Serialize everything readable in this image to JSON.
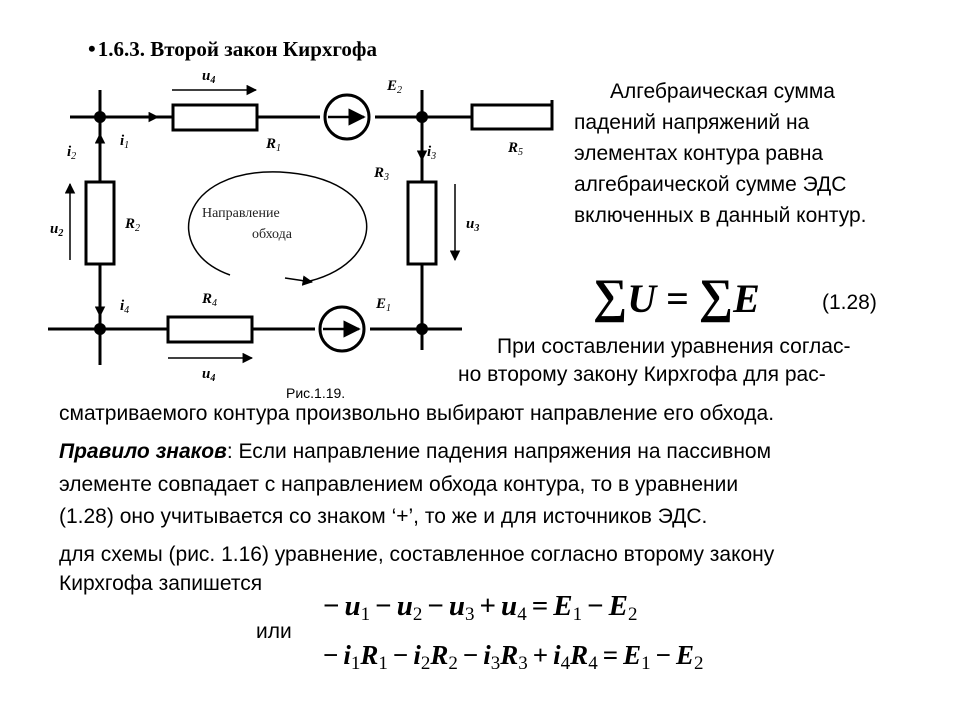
{
  "heading": {
    "bullet": "•",
    "text": "1.6.3. Второй закон Кирхгофа"
  },
  "definition": {
    "line1": "Алгебраическая сумма",
    "rest": "падений напряжений на элементах контура равна алгебраической сумме ЭДС включенных в данный контур."
  },
  "sum_formula": {
    "sigma": "∑",
    "lhs": "U",
    "eq": "=",
    "rhs": "E",
    "number": "(1.28)"
  },
  "body": {
    "line1": "При составлении уравнения соглас-",
    "line2": "но второму закону Кирхгофа для рас-",
    "line3": "сматриваемого контура произвольно выбирают направление его обхода.",
    "rule_label": "Правило знаков",
    "rule_text_1": ": Если направление падения напряжения на пассивном",
    "rule_text_2": "элементе совпадает с направлением обхода контура, то в  уравнении",
    "rule_text_3": "(1.28) оно учитывается со знаком ‘+’, то же и для источников ЭДС.",
    "example_1": "для схемы (рис. 1.16) уравнение, составленное согласно второму закону",
    "example_2": "Кирхгофа запишется",
    "or": "или"
  },
  "figure": {
    "caption": "Рис.1.19.",
    "loop_label_1": "Направление",
    "loop_label_2": "обхода",
    "labels": {
      "u4_top": "u",
      "u4_top_sub": "4",
      "u4_bot": "u",
      "u4_bot_sub": "4",
      "u2": "u",
      "u2_sub": "2",
      "u3": "u",
      "u3_sub": "3",
      "E2": "E",
      "E2_sub": "2",
      "E1": "E",
      "E1_sub": "1",
      "R1": "R",
      "R1_sub": "1",
      "R2": "R",
      "R2_sub": "2",
      "R3": "R",
      "R3_sub": "3",
      "R4": "R",
      "R4_sub": "4",
      "R5": "R",
      "R5_sub": "5",
      "i1": "i",
      "i1_sub": "1",
      "i2": "i",
      "i2_sub": "2",
      "i3": "i",
      "i3_sub": "3",
      "i4": "i",
      "i4_sub": "4"
    }
  },
  "equation1": {
    "t1": "u",
    "s1": "1",
    "t2": "u",
    "s2": "2",
    "t3": "u",
    "s3": "3",
    "t4": "u",
    "s4": "4",
    "e1": "E",
    "es1": "1",
    "e2": "E",
    "es2": "2",
    "minus": "−",
    "plus": "+",
    "eq": "="
  },
  "equation2": {
    "i1": "i",
    "is1": "1",
    "r1": "R",
    "rs1": "1",
    "i2": "i",
    "is2": "2",
    "r2": "R",
    "rs2": "2",
    "i3": "i",
    "is3": "3",
    "r3": "R",
    "rs3": "3",
    "i4": "i",
    "is4": "4",
    "r4": "R",
    "rs4": "4",
    "e1": "E",
    "es1": "1",
    "e2": "E",
    "es2": "2"
  }
}
